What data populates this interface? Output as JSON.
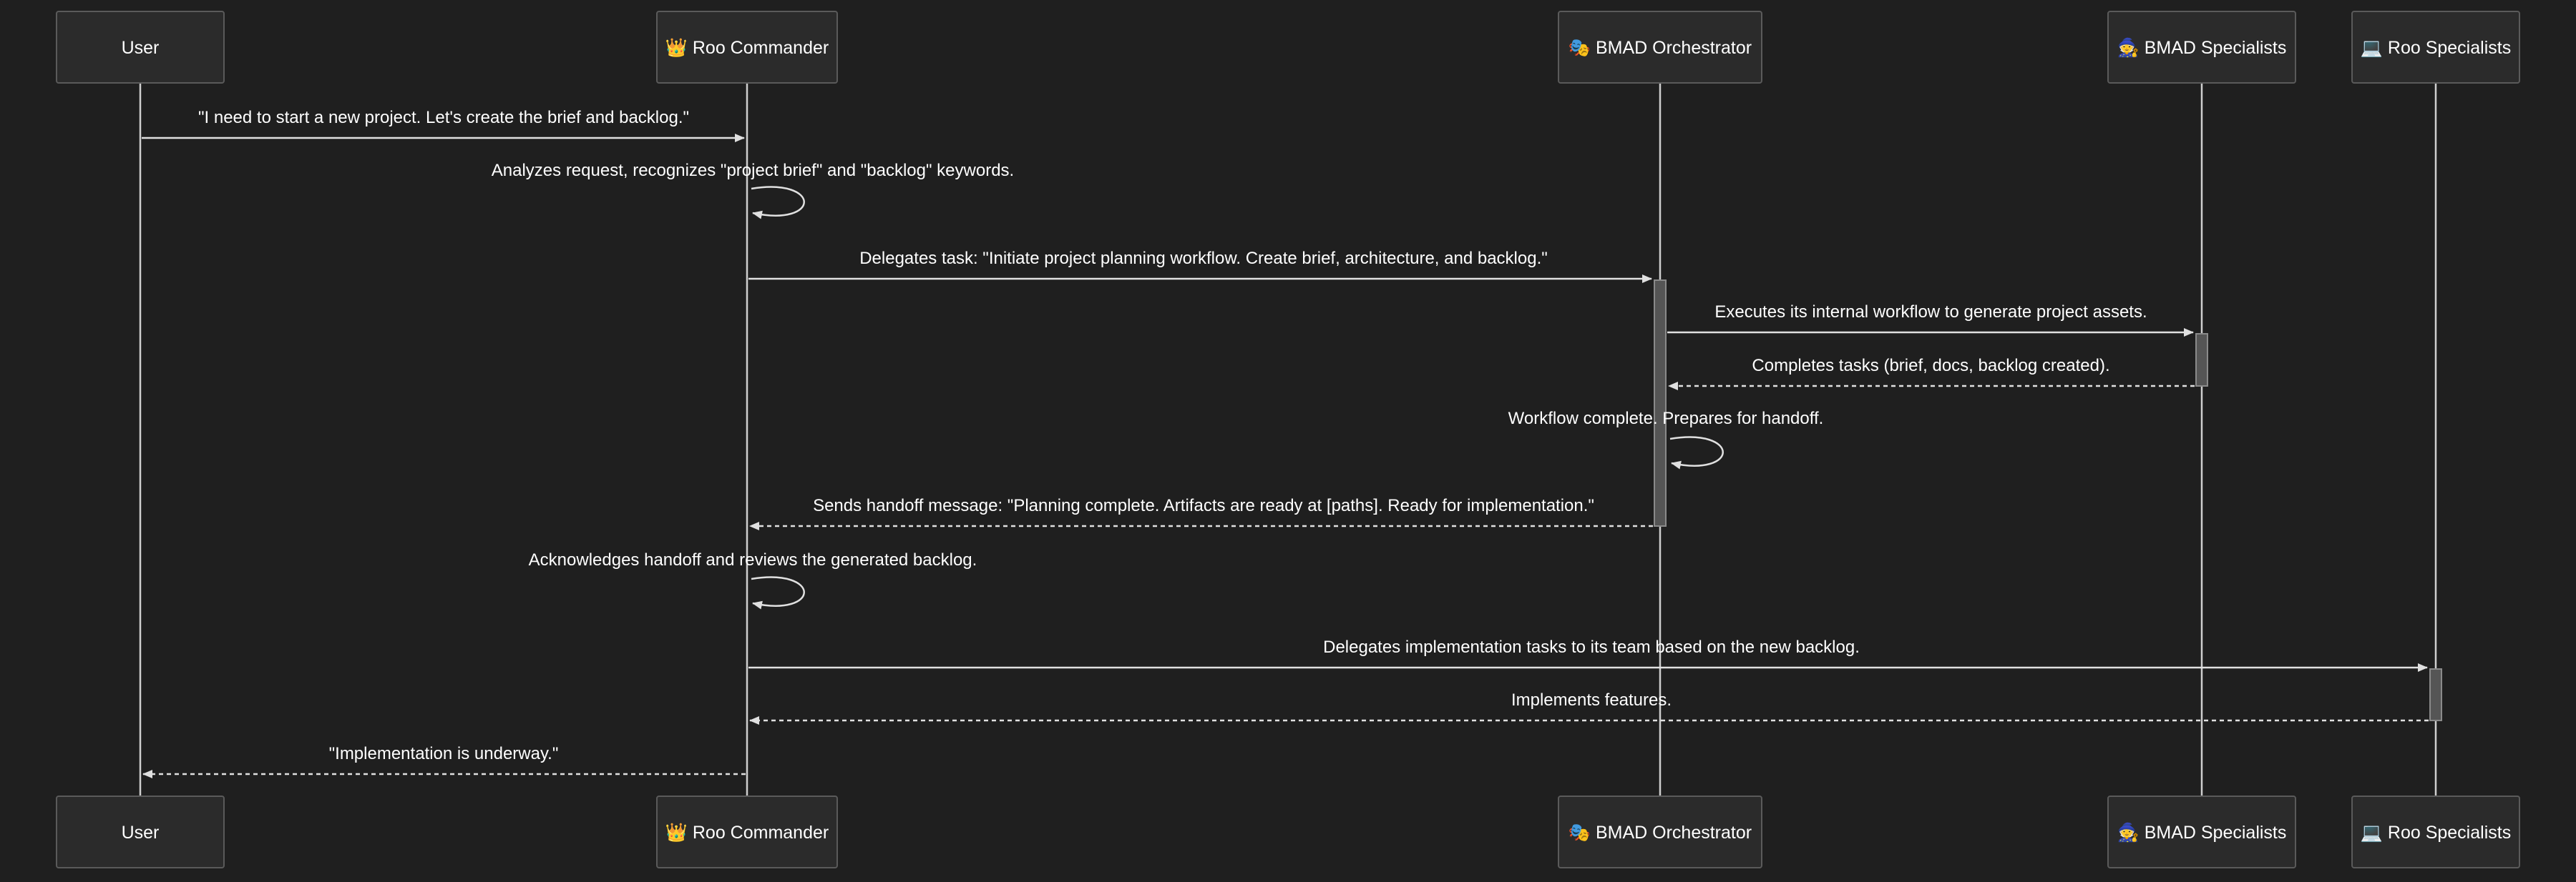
{
  "participants": [
    {
      "id": "user",
      "icon": "",
      "label": "User"
    },
    {
      "id": "roo",
      "icon": "👑",
      "label": "Roo Commander"
    },
    {
      "id": "bmad",
      "icon": "🎭",
      "label": "BMAD Orchestrator"
    },
    {
      "id": "bspec",
      "icon": "🧙",
      "label": "BMAD Specialists"
    },
    {
      "id": "rspec",
      "icon": "💻",
      "label": "Roo Specialists"
    }
  ],
  "messages": [
    {
      "from": "user",
      "to": "roo",
      "kind": "solid",
      "text": "\"I need to start a new project. Let's create the brief and backlog.\""
    },
    {
      "from": "roo",
      "to": "roo",
      "kind": "self",
      "text": "Analyzes request, recognizes \"project brief\" and \"backlog\" keywords."
    },
    {
      "from": "roo",
      "to": "bmad",
      "kind": "solid",
      "text": "Delegates task: \"Initiate project planning workflow. Create brief, architecture, and backlog.\""
    },
    {
      "from": "bmad",
      "to": "bspec",
      "kind": "solid",
      "text": "Executes its internal workflow to generate project assets."
    },
    {
      "from": "bspec",
      "to": "bmad",
      "kind": "dashed",
      "text": "Completes tasks (brief, docs, backlog created)."
    },
    {
      "from": "bmad",
      "to": "bmad",
      "kind": "self",
      "text": "Workflow complete. Prepares for handoff."
    },
    {
      "from": "bmad",
      "to": "roo",
      "kind": "dashed",
      "text": "Sends handoff message: \"Planning complete. Artifacts are ready at [paths]. Ready for implementation.\""
    },
    {
      "from": "roo",
      "to": "roo",
      "kind": "self",
      "text": "Acknowledges handoff and reviews the generated backlog."
    },
    {
      "from": "roo",
      "to": "rspec",
      "kind": "solid",
      "text": "Delegates implementation tasks to its team based on the new backlog."
    },
    {
      "from": "rspec",
      "to": "roo",
      "kind": "dashed",
      "text": "Implements features."
    },
    {
      "from": "roo",
      "to": "user",
      "kind": "dashed",
      "text": "\"Implementation is underway.\""
    }
  ]
}
